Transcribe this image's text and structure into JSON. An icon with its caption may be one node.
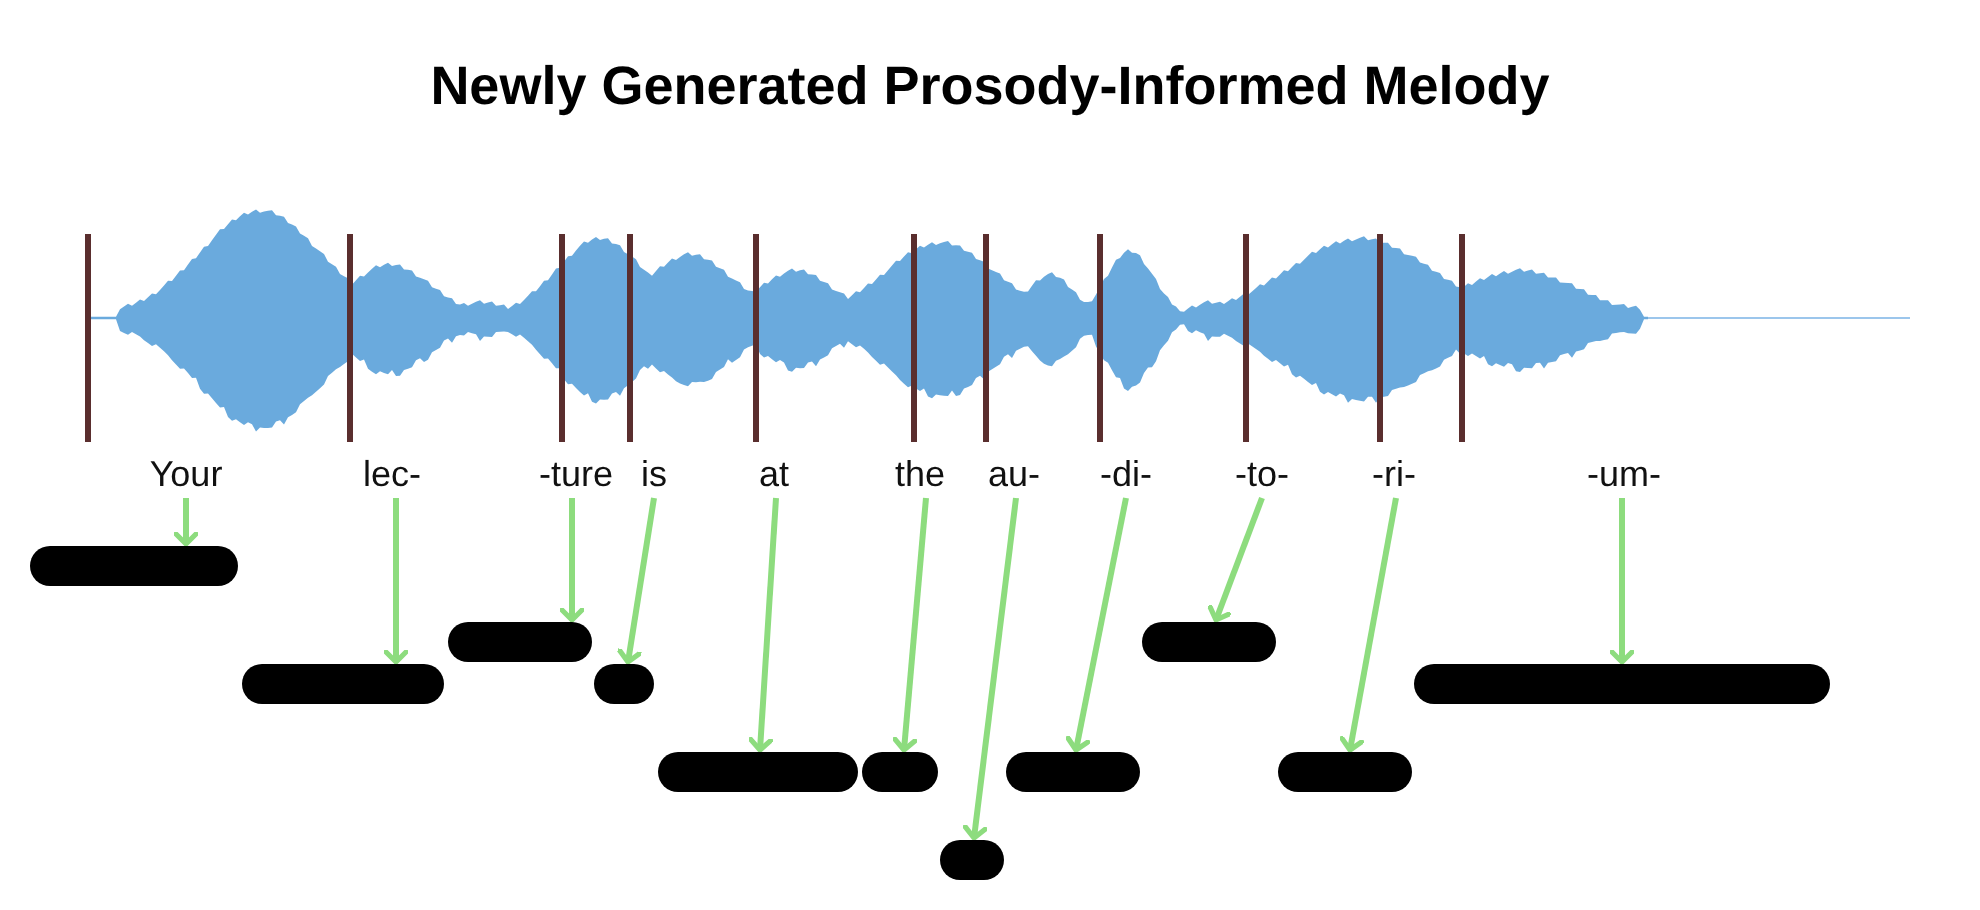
{
  "diagram": {
    "title": "Newly Generated Prosody-Informed Melody",
    "nodes": [
      {
        "text": [
          "Your"
        ]
      },
      {
        "text": [
          "lec-"
        ]
      },
      {
        "text": [
          "-ture"
        ]
      },
      {
        "text": [
          "is"
        ]
      },
      {
        "text": [
          "at"
        ]
      },
      {
        "text": [
          "the"
        ]
      },
      {
        "text": [
          "au-"
        ]
      },
      {
        "text": [
          "-di-"
        ]
      },
      {
        "text": [
          "-to-"
        ]
      },
      {
        "text": [
          "-ri-"
        ]
      },
      {
        "text": [
          "-um-"
        ]
      },
      {
        "text": [],
        "shape": "bar"
      },
      {
        "text": [],
        "shape": "bar"
      },
      {
        "text": [],
        "shape": "bar"
      },
      {
        "text": [],
        "shape": "bar"
      },
      {
        "text": [],
        "shape": "bar"
      },
      {
        "text": [],
        "shape": "bar"
      },
      {
        "text": [],
        "shape": "bar"
      },
      {
        "text": [],
        "shape": "bar"
      },
      {
        "text": [],
        "shape": "bar"
      },
      {
        "text": [],
        "shape": "bar"
      },
      {
        "text": [],
        "shape": "bar"
      }
    ],
    "edges": [
      {
        "from": 0,
        "to": 11,
        "arrow": "to"
      },
      {
        "from": 1,
        "to": 12,
        "arrow": "to"
      },
      {
        "from": 2,
        "to": 13,
        "arrow": "to"
      },
      {
        "from": 3,
        "to": 14,
        "arrow": "to"
      },
      {
        "from": 4,
        "to": 15,
        "arrow": "to"
      },
      {
        "from": 5,
        "to": 16,
        "arrow": "to"
      },
      {
        "from": 6,
        "to": 17,
        "arrow": "to"
      },
      {
        "from": 7,
        "to": 18,
        "arrow": "to"
      },
      {
        "from": 8,
        "to": 19,
        "arrow": "to"
      },
      {
        "from": 9,
        "to": 20,
        "arrow": "to"
      },
      {
        "from": 10,
        "to": 21,
        "arrow": "to"
      }
    ]
  }
}
